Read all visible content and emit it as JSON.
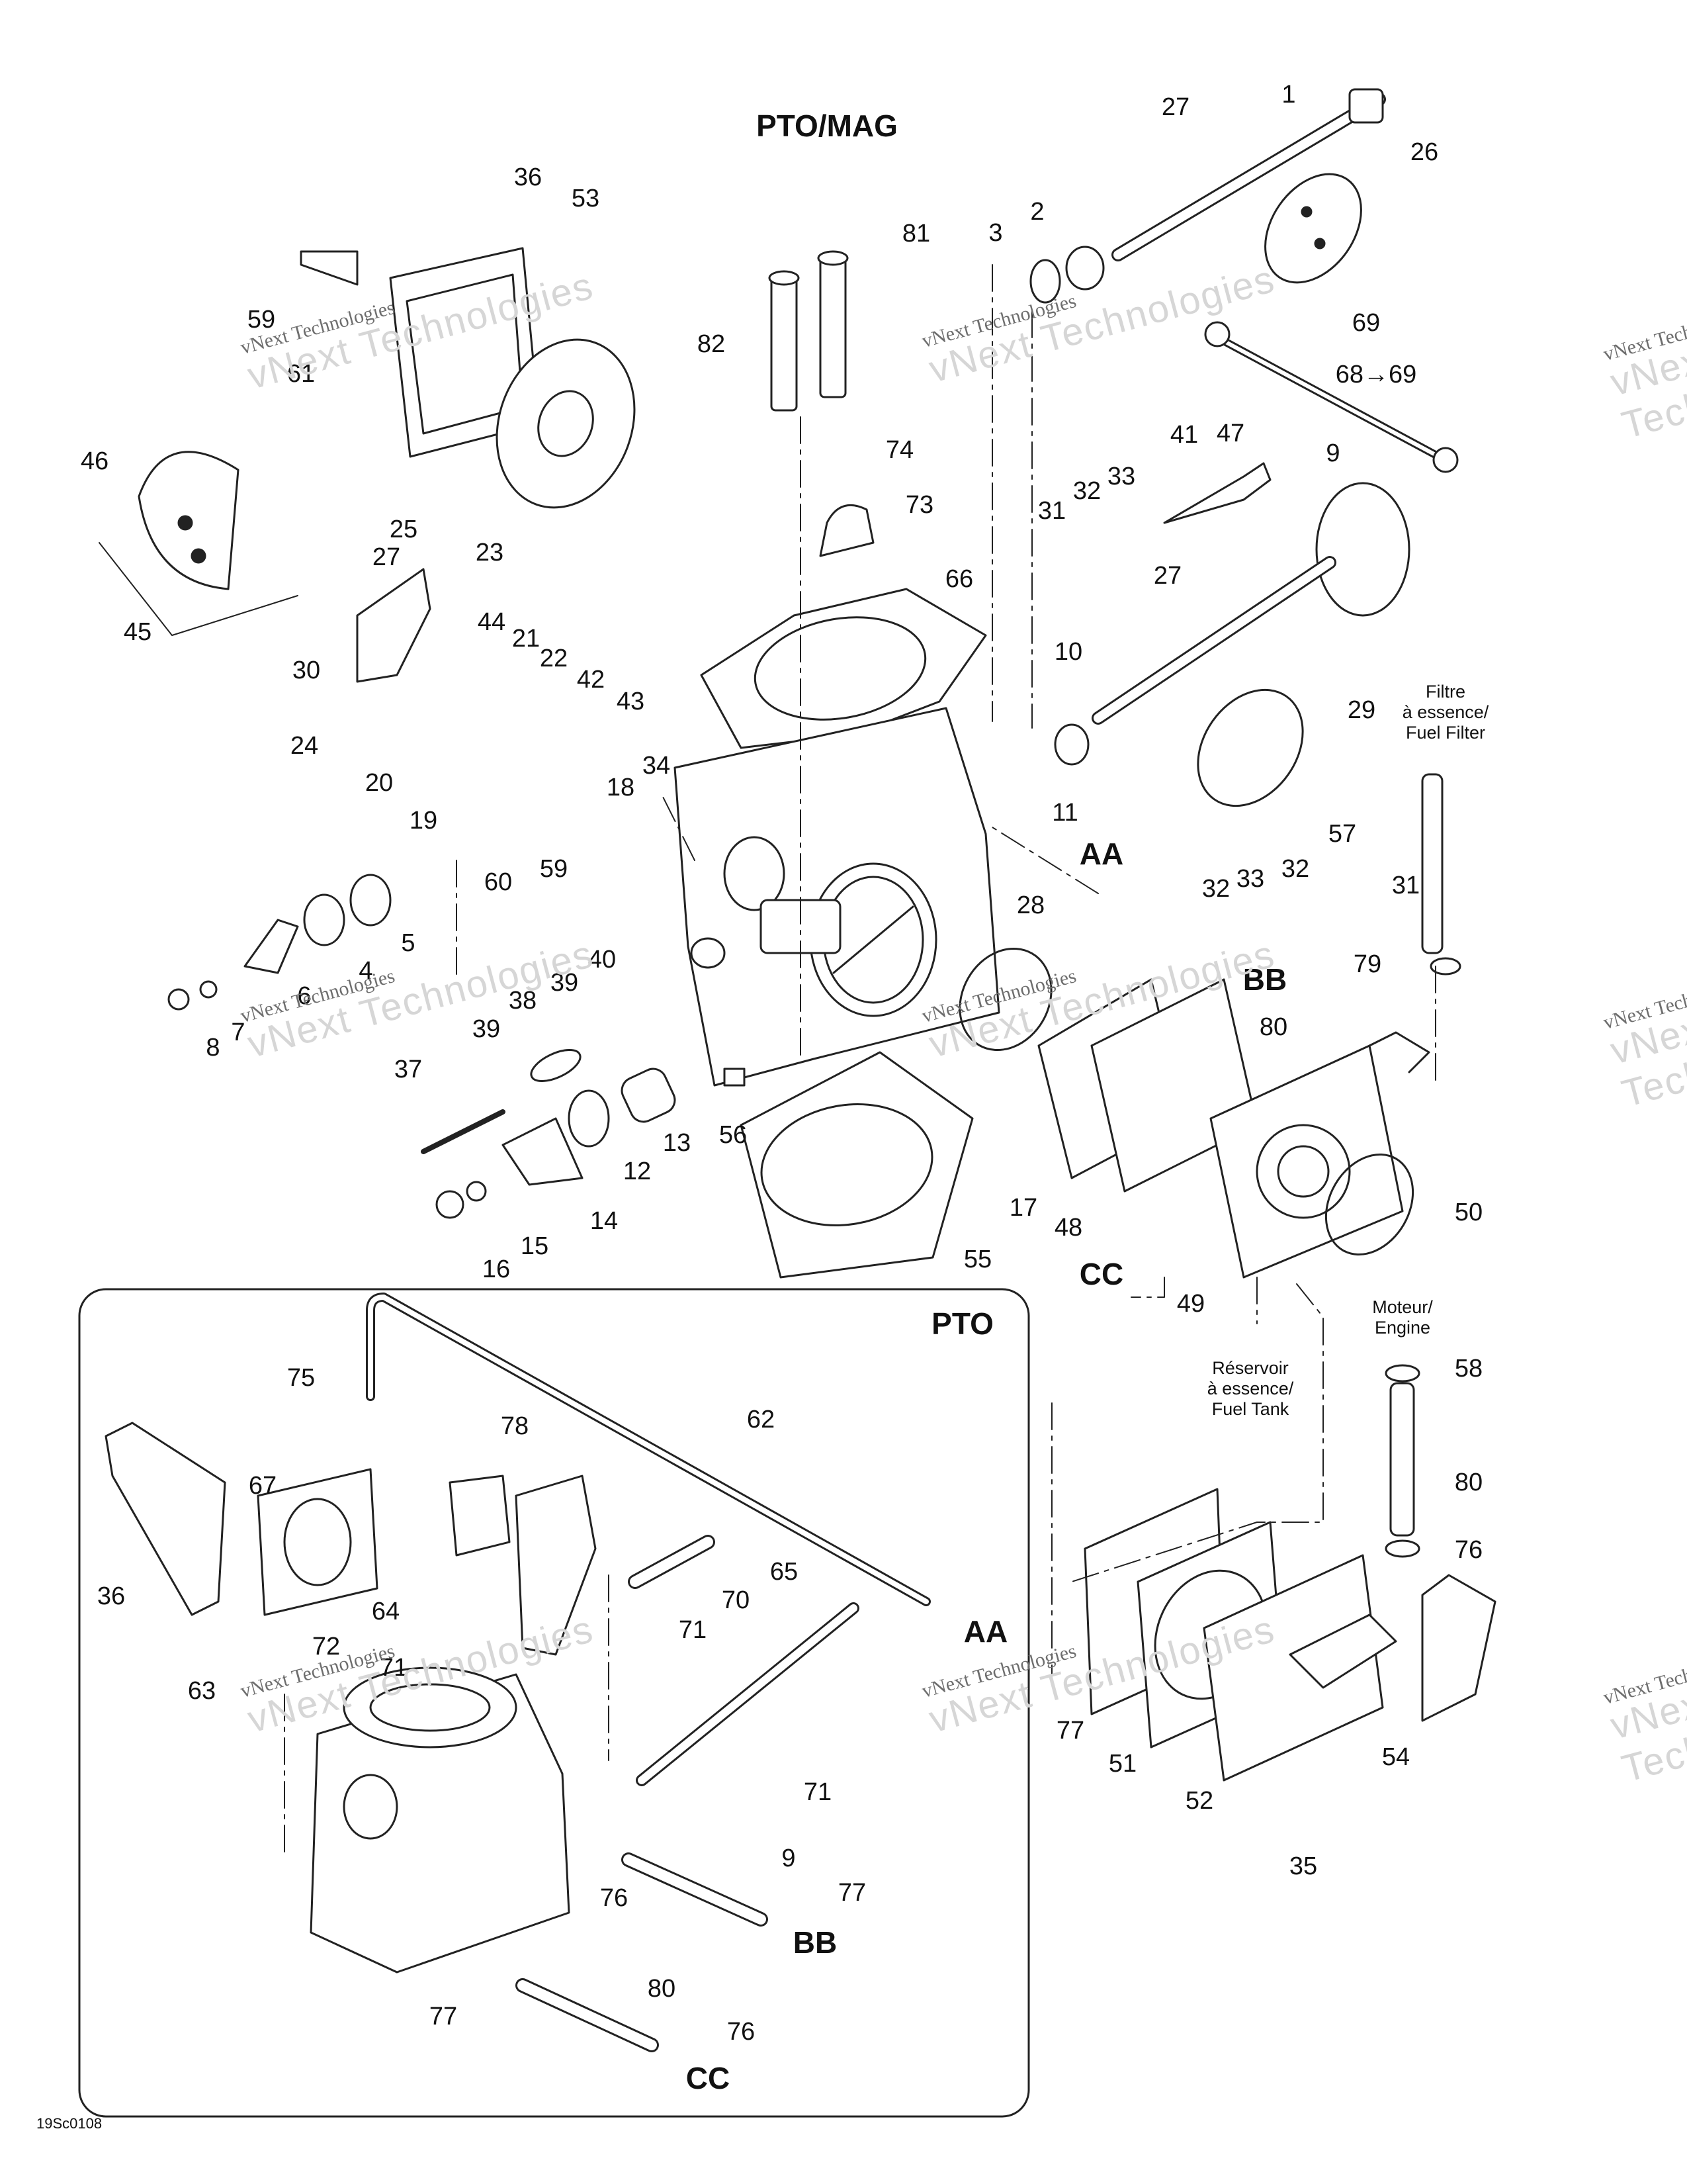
{
  "header": {
    "title": "PTO/MAG"
  },
  "inset": {
    "title": "PTO"
  },
  "section_markers": [
    {
      "id": "aa-main",
      "text": "AA"
    },
    {
      "id": "bb-main",
      "text": "BB"
    },
    {
      "id": "cc-main",
      "text": "CC"
    },
    {
      "id": "aa-inset",
      "text": "AA"
    },
    {
      "id": "bb-inset",
      "text": "BB"
    },
    {
      "id": "cc-inset",
      "text": "CC"
    }
  ],
  "notes": {
    "fuel_filter": [
      "Filtre",
      "à essence/",
      "Fuel Filter"
    ],
    "engine": [
      "Moteur/",
      "Engine"
    ],
    "fuel_tank": [
      "Réservoir",
      "à essence/",
      "Fuel Tank"
    ]
  },
  "callouts": [
    "1",
    "27",
    "26",
    "2",
    "3",
    "81",
    "82",
    "36",
    "53",
    "59",
    "61",
    "46",
    "45",
    "25",
    "23",
    "74",
    "73",
    "66",
    "69",
    "68→69",
    "47",
    "41",
    "33",
    "32",
    "31",
    "9",
    "27",
    "29",
    "10",
    "11",
    "44",
    "21",
    "22",
    "42",
    "43",
    "34",
    "30",
    "24",
    "20",
    "19",
    "18",
    "27",
    "59",
    "60",
    "5",
    "4",
    "6",
    "7",
    "8",
    "40",
    "39",
    "38",
    "39",
    "37",
    "12",
    "13",
    "15",
    "16",
    "14",
    "56",
    "28",
    "57",
    "32",
    "33",
    "32",
    "31",
    "79",
    "80",
    "17",
    "48",
    "49",
    "50",
    "55",
    "75",
    "78",
    "62",
    "67",
    "36",
    "63",
    "64",
    "72",
    "71",
    "70",
    "65",
    "71",
    "71",
    "9",
    "76",
    "77",
    "77",
    "80",
    "76",
    "77",
    "51",
    "52",
    "35",
    "54",
    "58",
    "80",
    "76",
    "80"
  ],
  "footer": {
    "code": "19Sc0108"
  },
  "watermarks": [
    {
      "line1": "vNext Technologies",
      "line2": "vNext Technologies"
    },
    {
      "line1": "vNext Technologies",
      "line2": "vNext Technologies"
    },
    {
      "line1": "vNext Technologies",
      "line2": "vNext Technologies"
    },
    {
      "line1": "vNext Technologies",
      "line2": "vNext Technologies"
    },
    {
      "line1": "vNext Technologies",
      "line2": "vNext Technologies"
    },
    {
      "line1": "vNext Technologies",
      "line2": "vNext Technologies"
    },
    {
      "line1": "vNext Technologies",
      "line2": "vNext Technologies"
    },
    {
      "line1": "vNext Technologies",
      "line2": "vNext Technologies"
    },
    {
      "line1": "vNext Technologies",
      "line2": "vNext Technologies"
    }
  ]
}
